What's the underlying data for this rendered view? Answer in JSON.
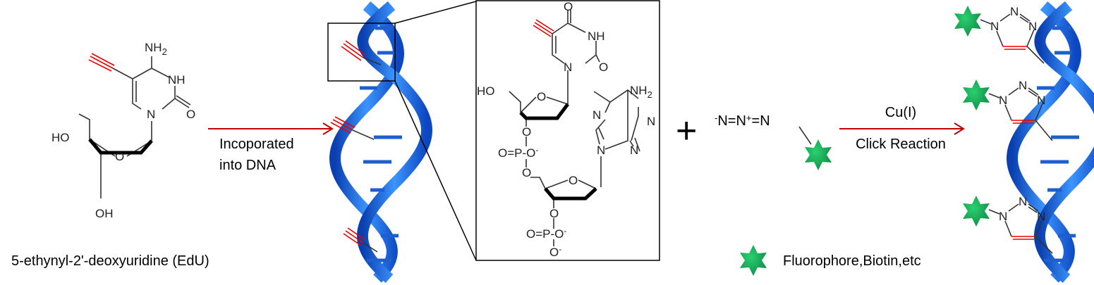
{
  "edu": {
    "name": "5-ethynyl-2'-deoxyuridine (EdU)",
    "atoms": {
      "nh2": "NH",
      "nh2_sub": "2",
      "nh": "NH",
      "o": "O",
      "n": "N",
      "ho": "HO",
      "o_ring": "O",
      "oh": "OH"
    }
  },
  "arrow1": {
    "line1": "Incoporated",
    "line2": "into DNA"
  },
  "inset": {
    "atoms": {
      "o_top": "O",
      "nh": "NH",
      "o2": "O",
      "n1": "N",
      "ho": "HO",
      "o_ring1": "O",
      "nh2": "NH",
      "nh2_sub": "2",
      "n7": "N",
      "n1a": "N",
      "n9": "N",
      "n3": "N",
      "o3": "O",
      "phos1": "O=P-O",
      "phos1_sup": "-",
      "o5": "O",
      "o_ring2": "O",
      "o3b": "O",
      "phos2": "O=P-O",
      "phos2_sup": "-",
      "o_bottom": "O",
      "o_bottom_sup": "-"
    }
  },
  "plus": "+",
  "azide": {
    "prefix": "-",
    "text1": "N=N",
    "plus": "+",
    "text2": "=N"
  },
  "arrow2": {
    "top": "Cu(I)",
    "bottom": "Click Reaction"
  },
  "legend": {
    "label": "Fluorophore,Biotin,etc"
  },
  "triazole": {
    "n": "N"
  },
  "colors": {
    "alkyne": "#e00000",
    "arrow": "#c00000",
    "star": "#1aa050",
    "dna": "#2f7de8"
  }
}
